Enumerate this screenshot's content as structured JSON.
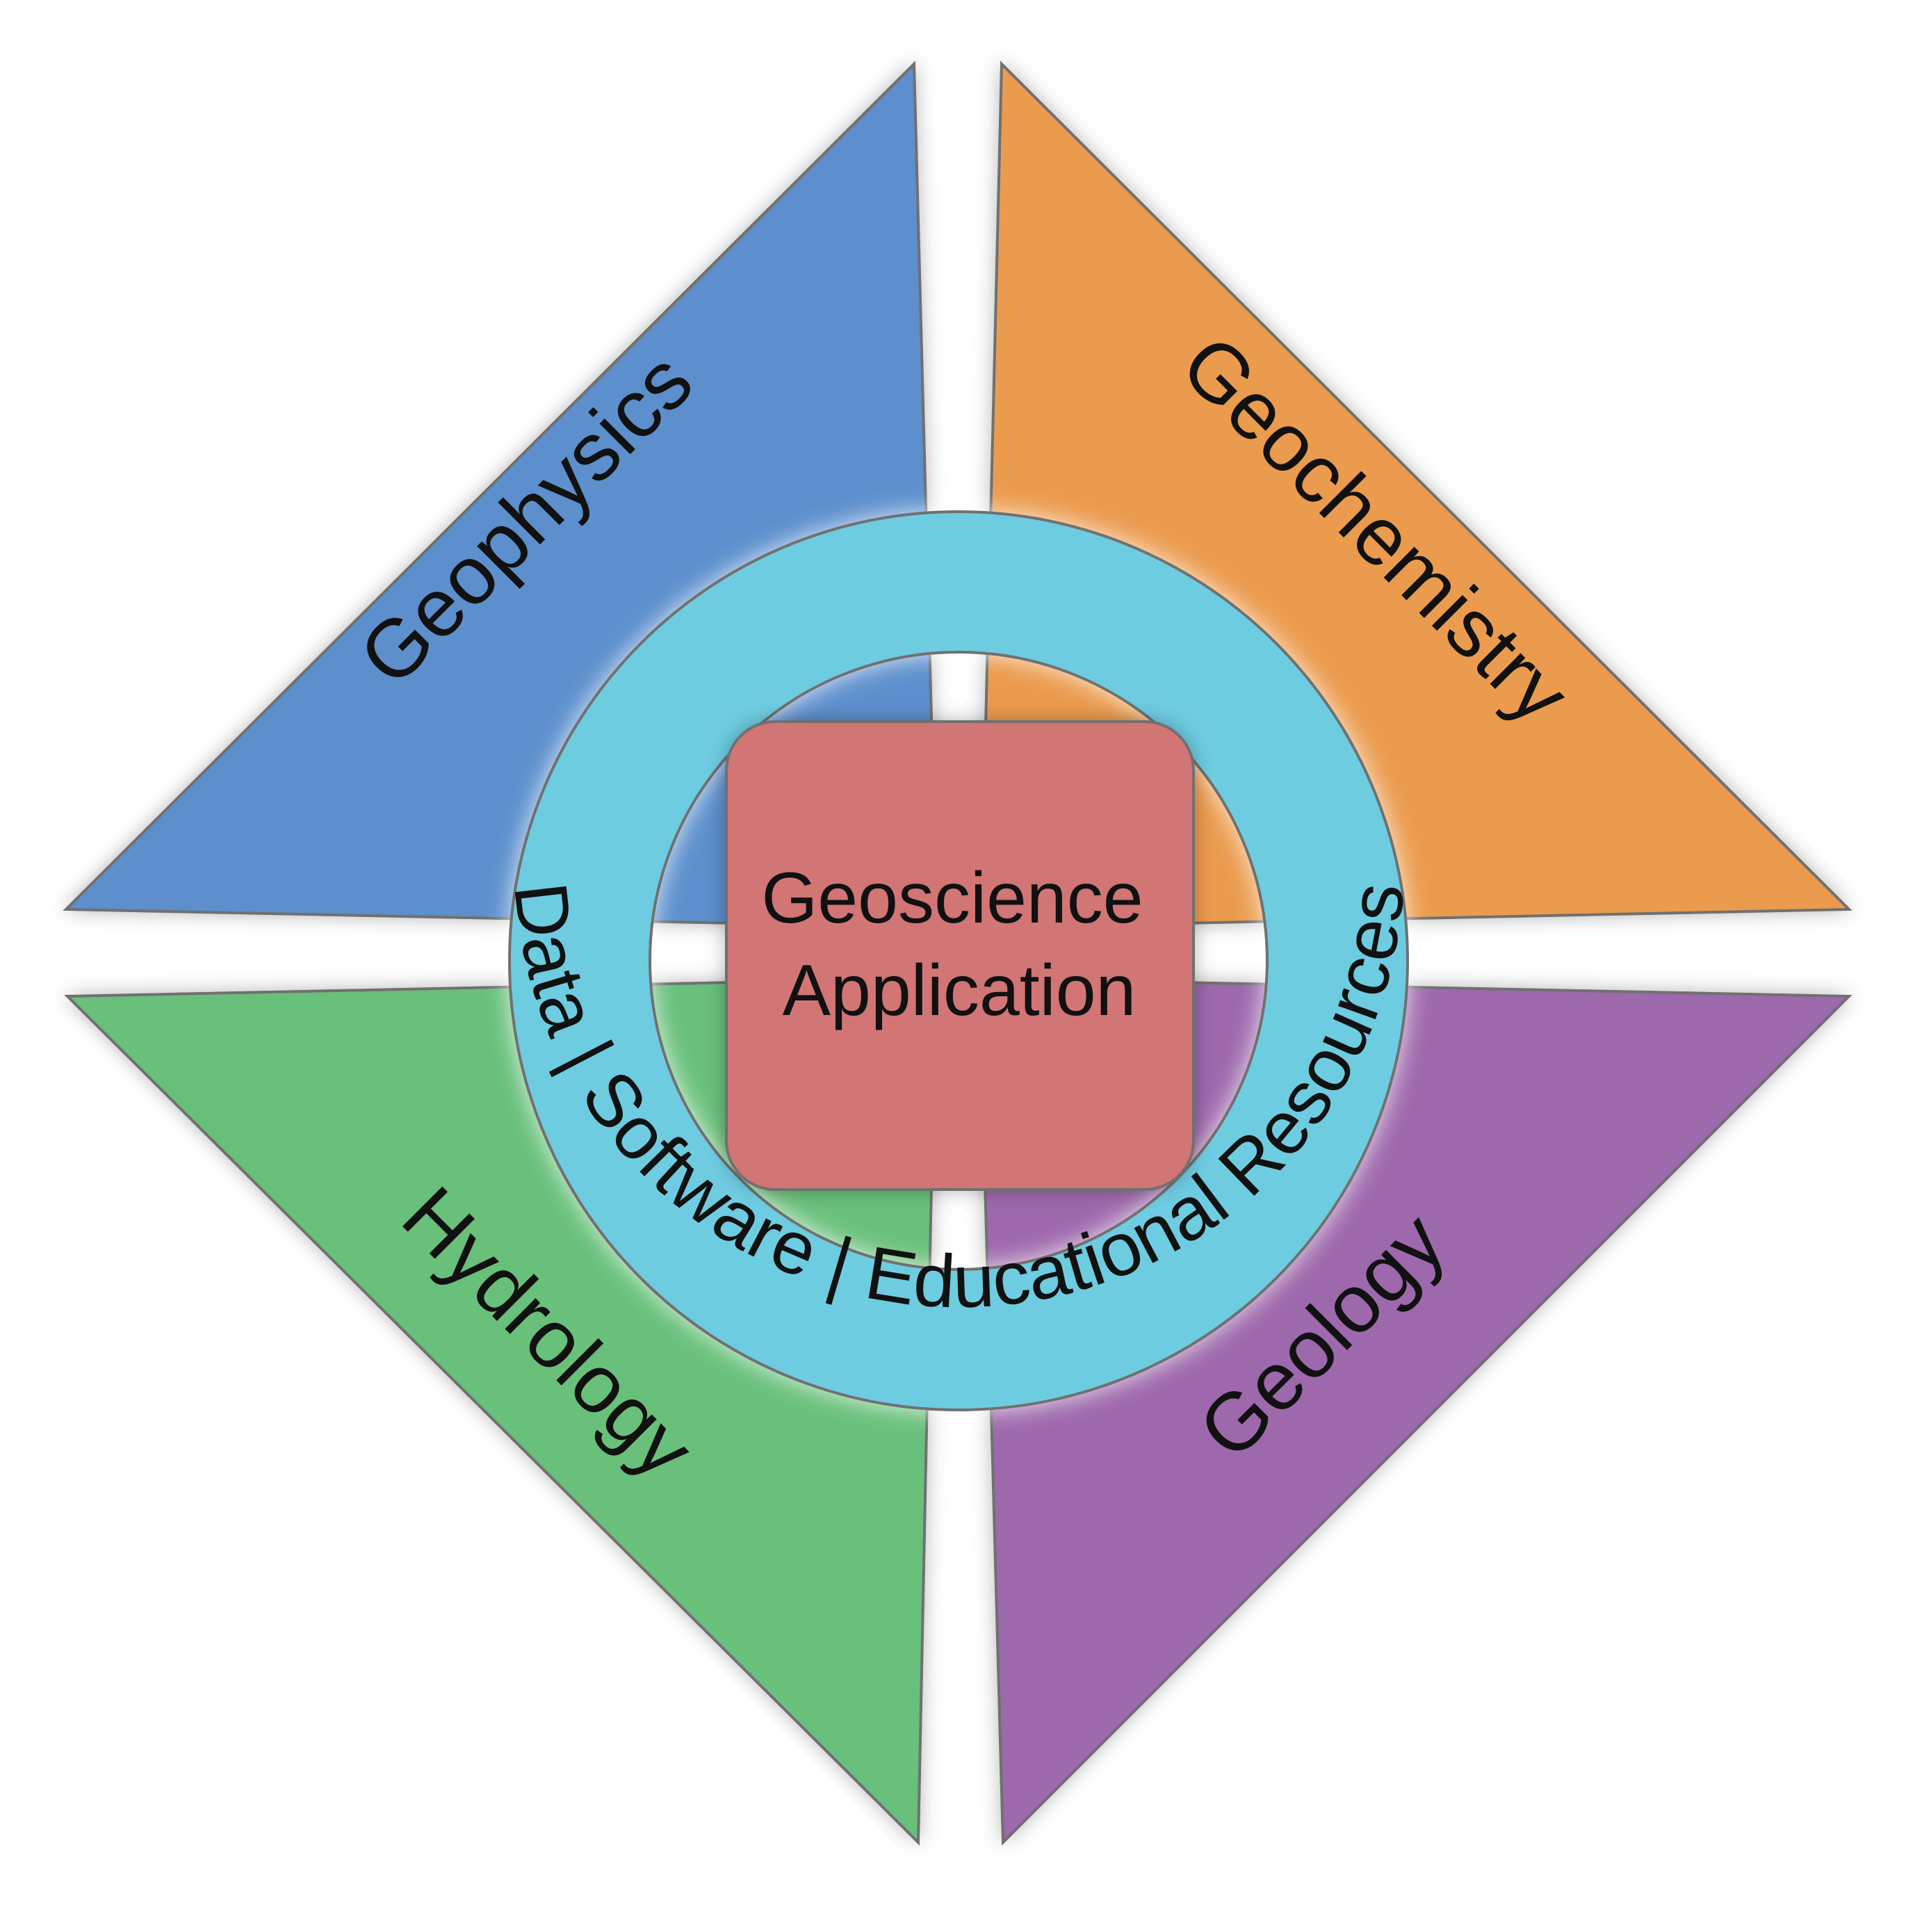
{
  "fields": {
    "geophysics": {
      "label": "Geophysics",
      "color": "#5c8fcc"
    },
    "geochemistry": {
      "label": "Geochemistry",
      "color": "#eb9b4d"
    },
    "hydrology": {
      "label": "Hydrology",
      "color": "#67c07a"
    },
    "geology": {
      "label": "Geology",
      "color": "#9e68ac"
    }
  },
  "ring": {
    "color": "#6ecce1",
    "label": "Data  |  Software  |  Educational Resources"
  },
  "center": {
    "line1": "Geoscience",
    "line2": "Application",
    "color": "#d27574"
  }
}
